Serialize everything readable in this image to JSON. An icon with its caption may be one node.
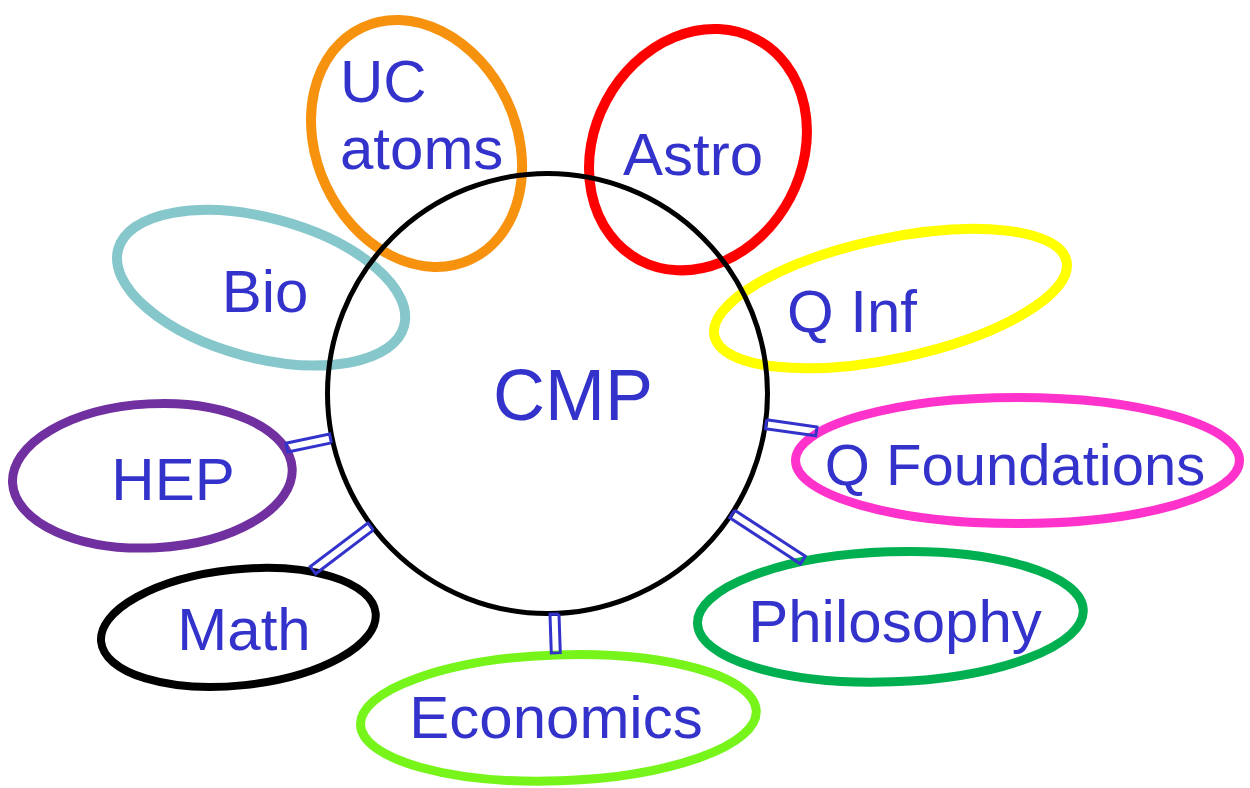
{
  "diagram": {
    "nodes": [
      {
        "text": [
          "UC atoms"
        ]
      },
      {
        "text": [
          "Astro"
        ]
      },
      {
        "text": [
          "Bio"
        ]
      },
      {
        "text": [
          "Q Inf"
        ]
      },
      {
        "text": [
          "CMP"
        ]
      },
      {
        "text": [
          "HEP"
        ]
      },
      {
        "text": [
          "Q Foundations"
        ]
      },
      {
        "text": [
          "Math"
        ]
      },
      {
        "text": [
          "Philosophy"
        ]
      },
      {
        "text": [
          "Economics"
        ]
      }
    ],
    "edges": [
      {
        "from": 4,
        "to": 5,
        "arrow": "none"
      },
      {
        "from": 4,
        "to": 6,
        "arrow": "none"
      },
      {
        "from": 4,
        "to": 7,
        "arrow": "none"
      },
      {
        "from": 4,
        "to": 8,
        "arrow": "none"
      },
      {
        "from": 4,
        "to": 9,
        "arrow": "none"
      }
    ]
  }
}
